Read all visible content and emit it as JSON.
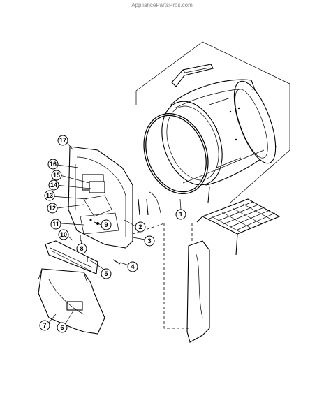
{
  "watermark": "AppliancePartsPros.com",
  "callouts": [
    {
      "id": "c1",
      "label": "1"
    },
    {
      "id": "c2",
      "label": "2"
    },
    {
      "id": "c3",
      "label": "3"
    },
    {
      "id": "c4",
      "label": "4"
    },
    {
      "id": "c5",
      "label": "5"
    },
    {
      "id": "c6",
      "label": "6"
    },
    {
      "id": "c7",
      "label": "7"
    },
    {
      "id": "c8",
      "label": "8"
    },
    {
      "id": "c9",
      "label": "9"
    },
    {
      "id": "c10",
      "label": "10"
    },
    {
      "id": "c11",
      "label": "11"
    },
    {
      "id": "c12",
      "label": "12"
    },
    {
      "id": "c13",
      "label": "13"
    },
    {
      "id": "c14",
      "label": "14"
    },
    {
      "id": "c15",
      "label": "15"
    },
    {
      "id": "c16",
      "label": "16"
    },
    {
      "id": "c17",
      "label": "17"
    }
  ]
}
